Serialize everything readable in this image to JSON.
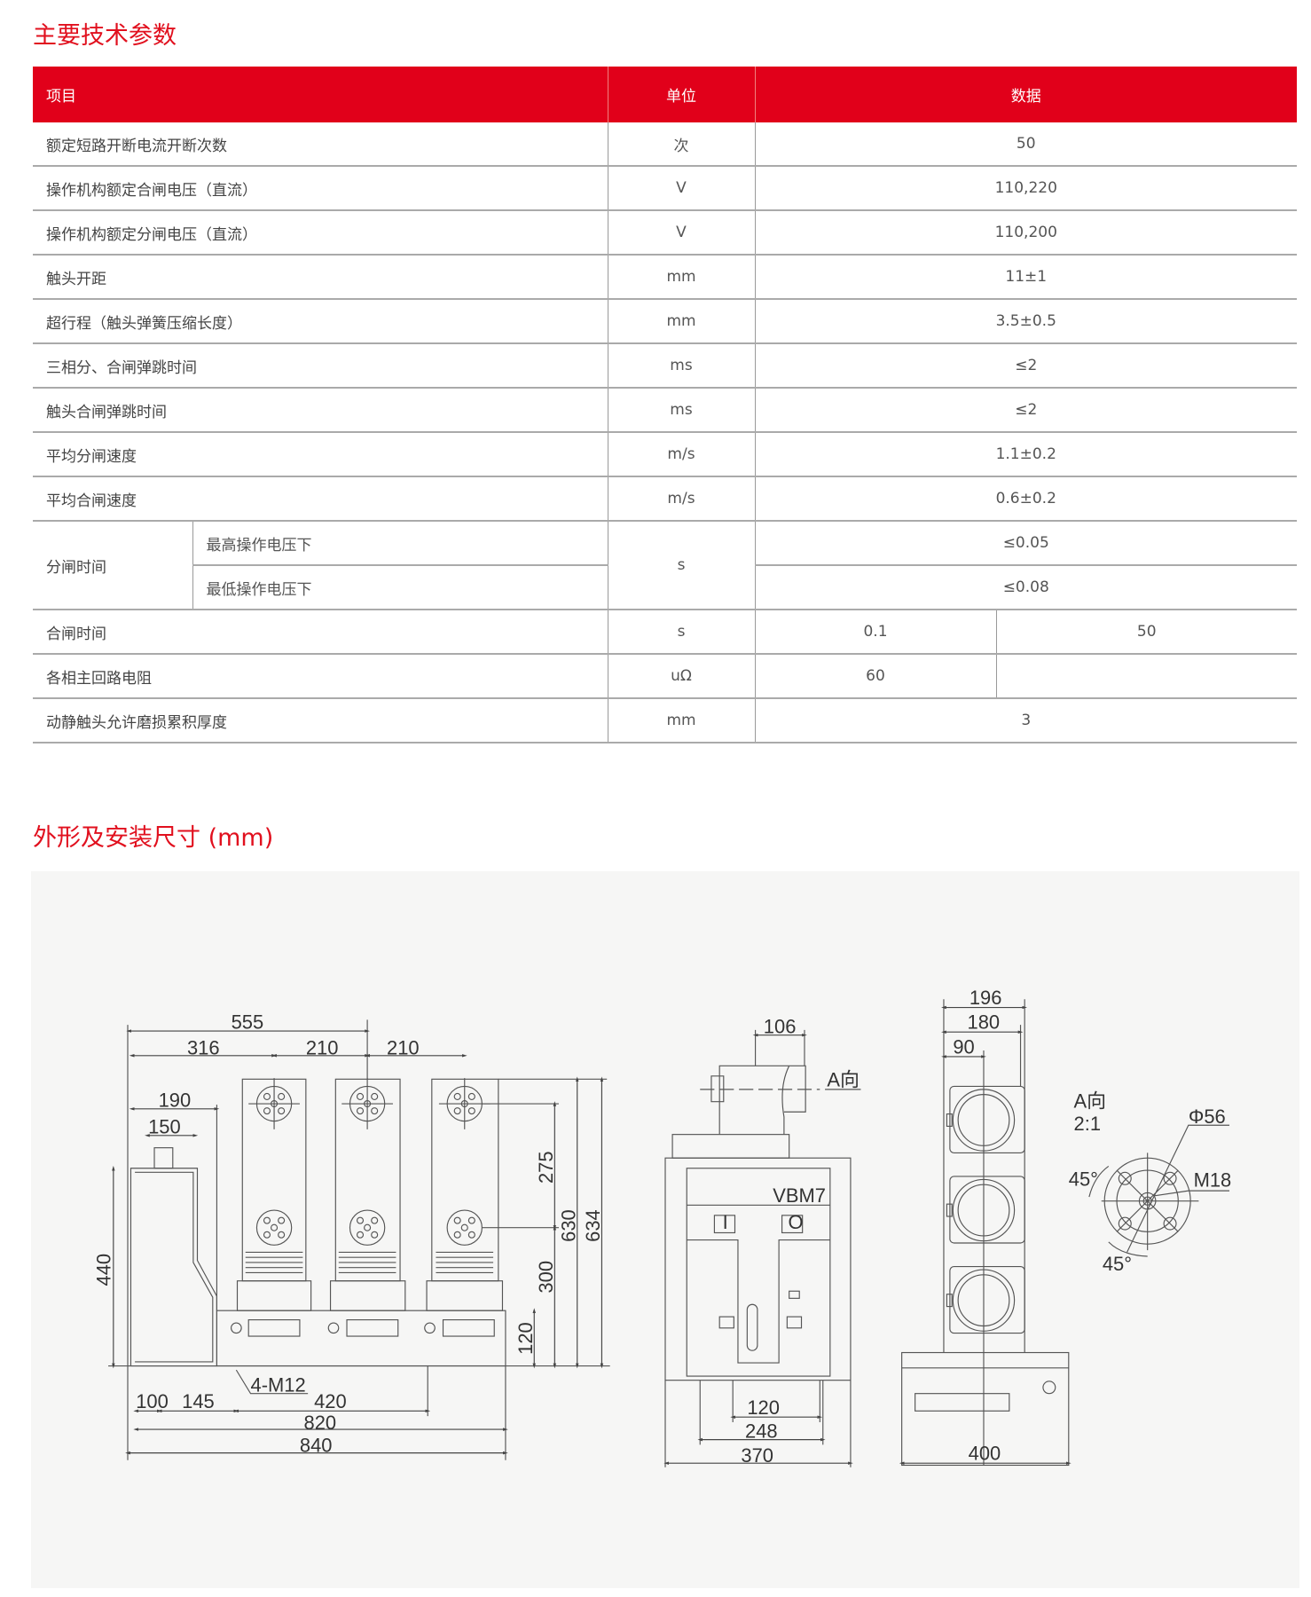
{
  "section1_title": "主要技术参数",
  "section2_title": "外形及安装尺寸 (mm)",
  "table": {
    "headers": [
      "项目",
      "单位",
      "数据"
    ],
    "rows": [
      {
        "item": "额定短路开断电流开断次数",
        "unit": "次",
        "value": "50"
      },
      {
        "item": "操作机构额定合闸电压（直流）",
        "unit": "V",
        "value": "110,220"
      },
      {
        "item": "操作机构额定分闸电压（直流）",
        "unit": "V",
        "value": "110,200"
      },
      {
        "item": "触头开距",
        "unit": "mm",
        "value": "11±1"
      },
      {
        "item": "超行程（触头弹簧压缩长度）",
        "unit": "mm",
        "value": "3.5±0.5"
      },
      {
        "item": "三相分、合闸弹跳时间",
        "unit": "ms",
        "value": "≤2"
      },
      {
        "item": "触头合闸弹跳时间",
        "unit": "ms",
        "value": "≤2"
      },
      {
        "item": "平均分闸速度",
        "unit": "m/s",
        "value": "1.1±0.2"
      },
      {
        "item": "平均合闸速度",
        "unit": "m/s",
        "value": "0.6±0.2"
      }
    ],
    "split": {
      "item": "分闸时间",
      "unit": "s",
      "sub": [
        {
          "label": "最高操作电压下",
          "value": "≤0.05"
        },
        {
          "label": "最低操作电压下",
          "value": "≤0.08"
        }
      ]
    },
    "closing": {
      "item": "合闸时间",
      "unit": "s",
      "value_a": "0.1",
      "value_b": "50"
    },
    "resistance": {
      "item": "各相主回路电阻",
      "unit": "uΩ",
      "value_a": "60",
      "value_b": ""
    },
    "wear": {
      "item": "动静触头允许磨损累积厚度",
      "unit": "mm",
      "value": "3"
    }
  },
  "drawing": {
    "front": {
      "d555": "555",
      "d316": "316",
      "d210a": "210",
      "d210b": "210",
      "d190": "190",
      "d150": "150",
      "d440": "440",
      "d275": "275",
      "d300": "300",
      "d630": "630",
      "d634": "634",
      "d120": "120",
      "d100": "100",
      "d145": "145",
      "d420": "420",
      "d820": "820",
      "d840": "840",
      "thread": "4-M12"
    },
    "side": {
      "d106": "106",
      "view": "A向",
      "model": "VBM7",
      "d120": "120",
      "d248": "248",
      "d370": "370",
      "btn_on": "I",
      "btn_off": "O"
    },
    "top": {
      "d196": "196",
      "d180": "180",
      "d90": "90",
      "d400": "400"
    },
    "detail": {
      "view": "A向",
      "scale": "2:1",
      "dia": "Φ56",
      "thread": "M18",
      "angle1": "45°",
      "angle2": "45°"
    }
  }
}
